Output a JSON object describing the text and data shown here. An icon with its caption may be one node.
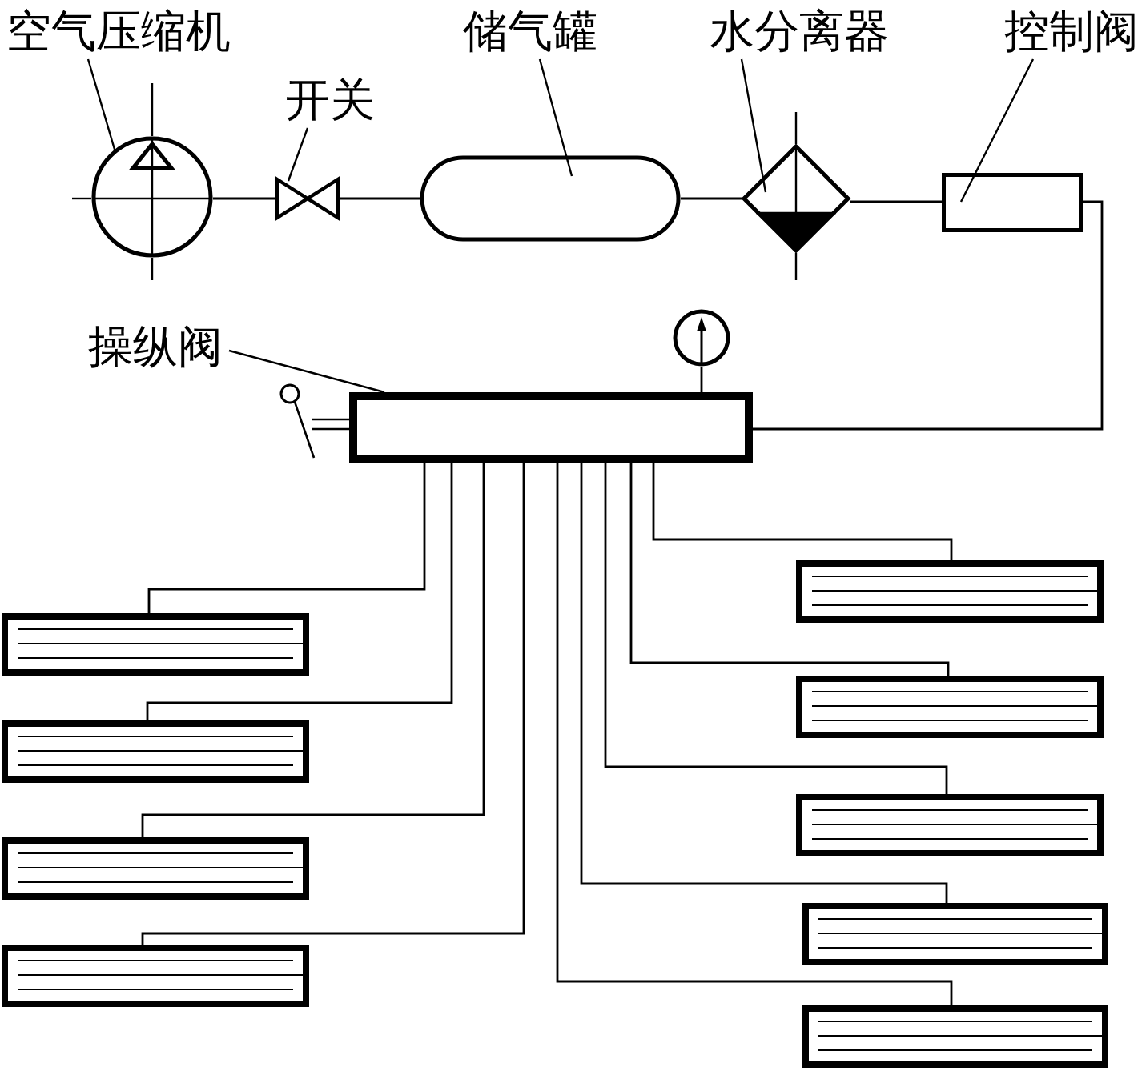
{
  "diagram": {
    "nodes": [
      {
        "text": [
          "空气压缩机"
        ]
      },
      {
        "text": [],
        "shape": "circle"
      },
      {
        "text": [
          "开关"
        ]
      },
      {
        "text": [],
        "shape": "valve"
      },
      {
        "text": [
          "储气罐"
        ]
      },
      {
        "text": [],
        "shape": "capsule"
      },
      {
        "text": [
          "水分离器"
        ]
      },
      {
        "text": [],
        "shape": "diamond"
      },
      {
        "text": [
          "控制阀"
        ]
      },
      {
        "text": [],
        "shape": "box"
      },
      {
        "text": [
          "操纵阀"
        ]
      },
      {
        "text": [],
        "shape": "box"
      },
      {
        "text": [],
        "shape": "circle"
      },
      {
        "text": [],
        "shape": "box"
      },
      {
        "text": [],
        "shape": "box"
      },
      {
        "text": [],
        "shape": "box"
      },
      {
        "text": [],
        "shape": "box"
      },
      {
        "text": [],
        "shape": "box"
      },
      {
        "text": [],
        "shape": "box"
      },
      {
        "text": [],
        "shape": "box"
      },
      {
        "text": [],
        "shape": "box"
      },
      {
        "text": [],
        "shape": "box"
      }
    ],
    "edges": [
      {
        "from": 0,
        "to": 1,
        "arrow": "none"
      },
      {
        "from": 2,
        "to": 3,
        "arrow": "none"
      },
      {
        "from": 4,
        "to": 5,
        "arrow": "none"
      },
      {
        "from": 6,
        "to": 7,
        "arrow": "none"
      },
      {
        "from": 8,
        "to": 9,
        "arrow": "none"
      },
      {
        "from": 10,
        "to": 11,
        "arrow": "none"
      },
      {
        "from": 1,
        "to": 3,
        "arrow": "none"
      },
      {
        "from": 3,
        "to": 5,
        "arrow": "none"
      },
      {
        "from": 5,
        "to": 7,
        "arrow": "none"
      },
      {
        "from": 7,
        "to": 9,
        "arrow": "none"
      },
      {
        "from": 9,
        "to": 11,
        "arrow": "none"
      },
      {
        "from": 12,
        "to": 11,
        "arrow": "none"
      },
      {
        "from": 11,
        "to": 13,
        "arrow": "none"
      },
      {
        "from": 11,
        "to": 14,
        "arrow": "none"
      },
      {
        "from": 11,
        "to": 15,
        "arrow": "none"
      },
      {
        "from": 11,
        "to": 16,
        "arrow": "none"
      },
      {
        "from": 11,
        "to": 17,
        "arrow": "none"
      },
      {
        "from": 11,
        "to": 18,
        "arrow": "none"
      },
      {
        "from": 11,
        "to": 19,
        "arrow": "none"
      },
      {
        "from": 11,
        "to": 20,
        "arrow": "none"
      },
      {
        "from": 11,
        "to": 21,
        "arrow": "none"
      }
    ]
  }
}
